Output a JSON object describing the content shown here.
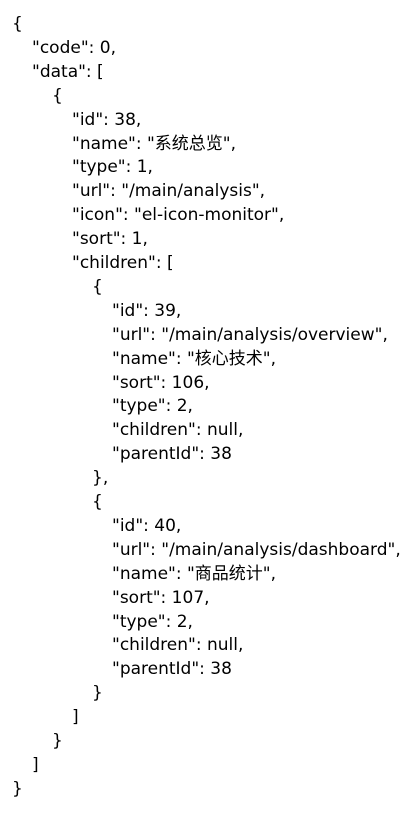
{
  "lines": [
    {
      "indent": 0,
      "text": "{"
    },
    {
      "indent": 1,
      "text": "\"code\": 0,"
    },
    {
      "indent": 1,
      "text": "\"data\": ["
    },
    {
      "indent": 2,
      "text": "{"
    },
    {
      "indent": 3,
      "text": "\"id\": 38,"
    },
    {
      "indent": 3,
      "text": "\"name\": \"系统总览\","
    },
    {
      "indent": 3,
      "text": "\"type\": 1,"
    },
    {
      "indent": 3,
      "text": "\"url\": \"/main/analysis\","
    },
    {
      "indent": 3,
      "text": "\"icon\": \"el-icon-monitor\","
    },
    {
      "indent": 3,
      "text": "\"sort\": 1,"
    },
    {
      "indent": 3,
      "text": "\"children\": ["
    },
    {
      "indent": 4,
      "text": "{"
    },
    {
      "indent": 5,
      "text": "\"id\": 39,"
    },
    {
      "indent": 5,
      "text": "\"url\": \"/main/analysis/overview\","
    },
    {
      "indent": 5,
      "text": "\"name\": \"核心技术\","
    },
    {
      "indent": 5,
      "text": "\"sort\": 106,"
    },
    {
      "indent": 5,
      "text": "\"type\": 2,"
    },
    {
      "indent": 5,
      "text": "\"children\": null,"
    },
    {
      "indent": 5,
      "text": "\"parentId\": 38"
    },
    {
      "indent": 4,
      "text": "},"
    },
    {
      "indent": 4,
      "text": "{"
    },
    {
      "indent": 5,
      "text": "\"id\": 40,"
    },
    {
      "indent": 5,
      "text": "\"url\": \"/main/analysis/dashboard\","
    },
    {
      "indent": 5,
      "text": "\"name\": \"商品统计\","
    },
    {
      "indent": 5,
      "text": "\"sort\": 107,"
    },
    {
      "indent": 5,
      "text": "\"type\": 2,"
    },
    {
      "indent": 5,
      "text": "\"children\": null,"
    },
    {
      "indent": 5,
      "text": "\"parentId\": 38"
    },
    {
      "indent": 4,
      "text": "}"
    },
    {
      "indent": 3,
      "text": "]"
    },
    {
      "indent": 2,
      "text": "}"
    },
    {
      "indent": 1,
      "text": "]"
    },
    {
      "indent": 0,
      "text": "}"
    }
  ]
}
